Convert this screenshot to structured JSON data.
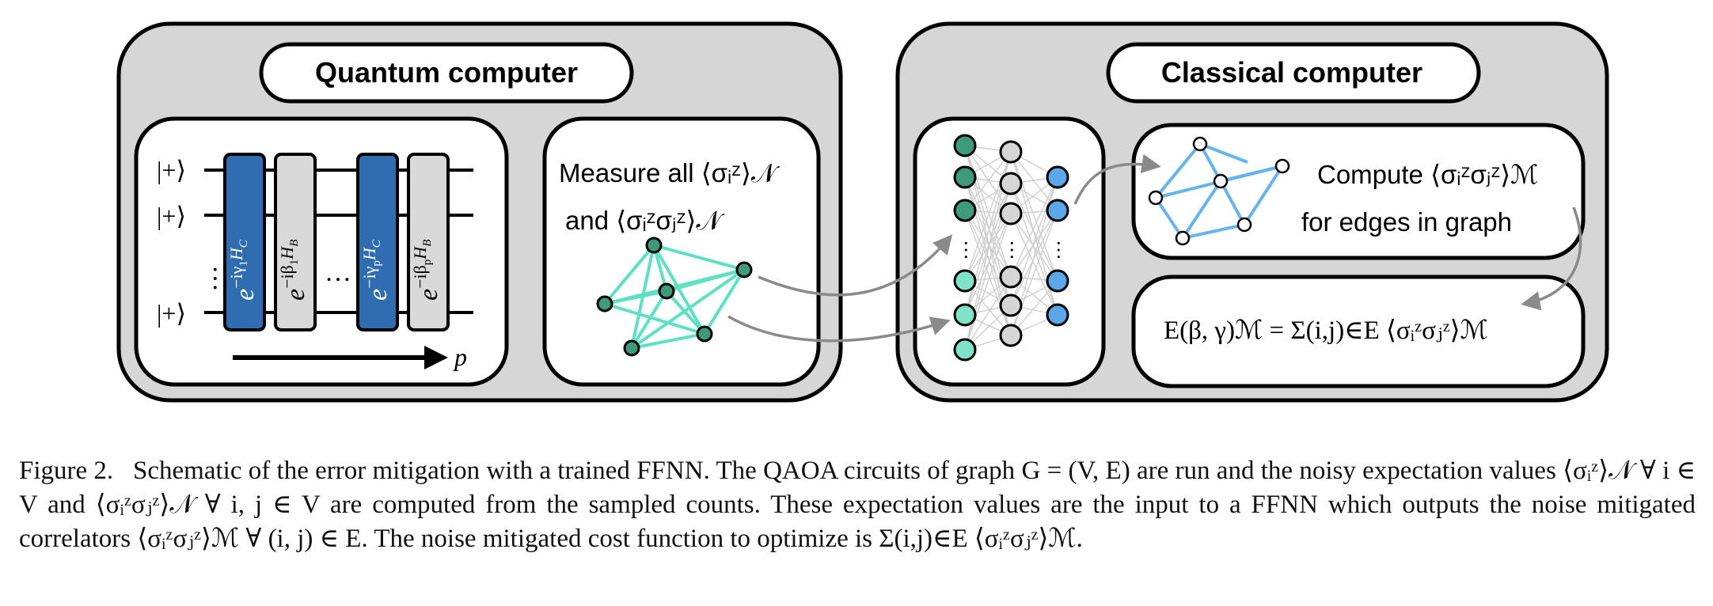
{
  "quantum_box": {
    "title": "Quantum computer",
    "input_states": [
      "|+⟩",
      "|+⟩",
      "|+⟩"
    ],
    "gates": [
      {
        "label": "e^−iγ₁H_C",
        "base": "e",
        "exp": "−iγ",
        "sub": "1",
        "op": "H",
        "opsub": "C",
        "color": "#2f6db0"
      },
      {
        "label": "e^−iβ₁H_B",
        "base": "e",
        "exp": "−iβ",
        "sub": "1",
        "op": "H",
        "opsub": "B",
        "color": "#d9d9d9"
      },
      {
        "label": "e^−iγₚH_C",
        "base": "e",
        "exp": "−iγ",
        "sub": "p",
        "op": "H",
        "opsub": "C",
        "color": "#2f6db0"
      },
      {
        "label": "e^−iβₚH_B",
        "base": "e",
        "exp": "−iβ",
        "sub": "p",
        "op": "H",
        "opsub": "B",
        "color": "#d9d9d9"
      }
    ],
    "depth_label": "p",
    "measure_line1": "Measure all ⟨σᵢᶻ⟩𝒩",
    "measure_line2": "and ⟨σᵢᶻσⱼᶻ⟩𝒩"
  },
  "classical_box": {
    "title": "Classical computer",
    "compute_line1": "Compute ⟨σᵢᶻσⱼᶻ⟩ℳ",
    "compute_line2": "for edges in graph",
    "cost_function": "E(β, γ)ℳ = Σ(i,j)∈E ⟨σᵢᶻσⱼᶻ⟩ℳ"
  },
  "colors": {
    "panel": "#d6d6d6",
    "gate_blue": "#2f6db0",
    "gate_gray": "#d9d9d9",
    "teal_graph": "#5ee0c2",
    "node_dark_green": "#3d9b7b",
    "node_teal": "#7fe3c9",
    "node_gray": "#d5d5d5",
    "node_blue": "#5aa7ea",
    "classical_graph": "#66b3ee",
    "arrow": "#8a8a8a"
  },
  "caption": {
    "label": "Figure 2.",
    "text": "Schematic of the error mitigation with a trained FFNN. The QAOA circuits of graph G = (V, E) are run and the noisy expectation values ⟨σᵢᶻ⟩𝒩 ∀ i ∈ V and ⟨σᵢᶻσⱼᶻ⟩𝒩 ∀ i, j ∈ V are computed from the sampled counts. These expectation values are the input to a FFNN which outputs the noise mitigated correlators ⟨σᵢᶻσⱼᶻ⟩ℳ ∀ (i, j) ∈ E. The noise mitigated cost function to optimize is Σ(i,j)∈E ⟨σᵢᶻσⱼᶻ⟩ℳ."
  }
}
